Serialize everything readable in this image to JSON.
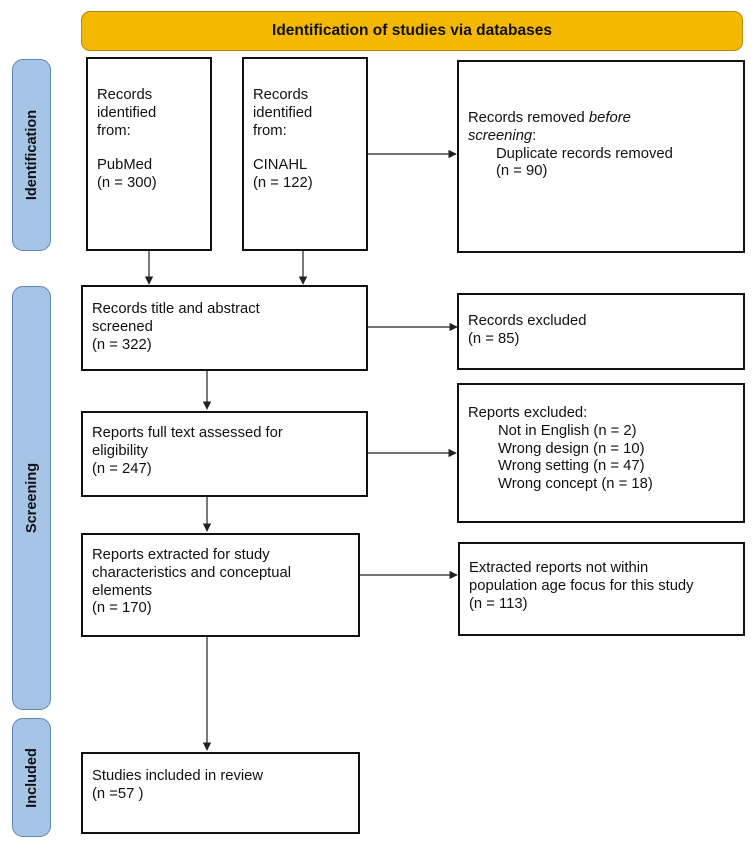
{
  "header": {
    "title": "Identification of studies via databases"
  },
  "stages": {
    "identification": "Identification",
    "screening": "Screening",
    "included": "Included"
  },
  "identification": {
    "pubmed": {
      "line1": "Records",
      "line2": "identified",
      "line3": "from:",
      "source": "PubMed",
      "count": "(n = 300)"
    },
    "cinahl": {
      "line1": "Records",
      "line2": "identified",
      "line3": "from:",
      "source": "CINAHL",
      "count": "(n = 122)"
    },
    "removed": {
      "prefix": "Records removed ",
      "emphasis_1": "before",
      "emphasis_2": "screening",
      "suffix": ":",
      "item": "Duplicate records removed",
      "count": "(n = 90)"
    }
  },
  "screening": {
    "title_abstract": {
      "line1": "Records title and abstract",
      "line2": "screened",
      "count": "(n = 322)"
    },
    "records_excluded": {
      "line1": "Records excluded",
      "count": "(n = 85)"
    },
    "full_text": {
      "line1": "Reports full text assessed for",
      "line2": "eligibility",
      "count": "(n = 247)"
    },
    "reports_excluded": {
      "line1": "Reports excluded:",
      "reasons": [
        "Not in English (n = 2)",
        "Wrong design (n = 10)",
        "Wrong setting (n = 47)",
        "Wrong concept (n = 18)"
      ]
    },
    "extracted": {
      "line1": "Reports extracted for study",
      "line2": "characteristics and conceptual",
      "line3": "elements",
      "count": "(n = 170)"
    },
    "not_within": {
      "line1": "Extracted reports not within",
      "line2": "population age focus for this study",
      "count": "(n = 113)"
    }
  },
  "included": {
    "studies": {
      "line1": "Studies included in review",
      "count": "(n =57 )"
    }
  }
}
